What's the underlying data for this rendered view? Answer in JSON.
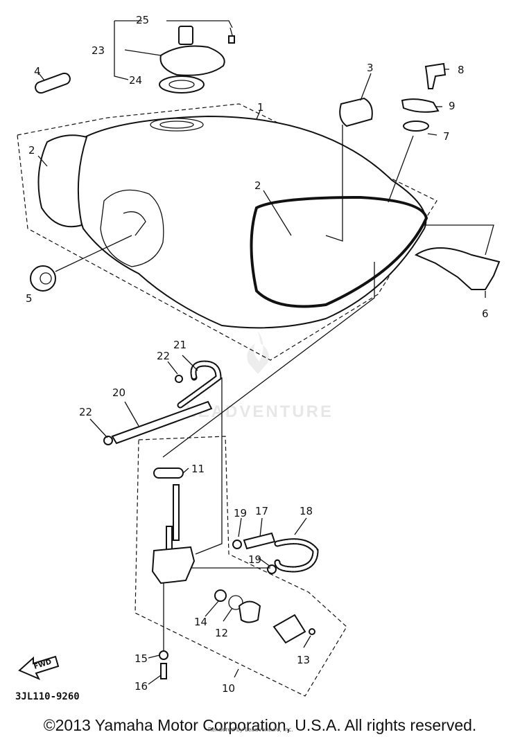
{
  "watermark": {
    "text": "LEADVENTURE"
  },
  "callouts": [
    "25",
    "23",
    "24",
    "4",
    "1",
    "3",
    "8",
    "9",
    "7",
    "2",
    "2",
    "5",
    "6",
    "21",
    "22",
    "20",
    "22",
    "11",
    "19",
    "17",
    "18",
    "19",
    "14",
    "12",
    "13",
    "15",
    "16",
    "10"
  ],
  "fwd_arrow": {
    "label": "FWD"
  },
  "diagram_code": "3JL110-9260",
  "copyright": "©2013 Yamaha Motor Corporation, U.S.A. All rights reserved.",
  "rendered_by": "Rendered by LeadVenture, Inc."
}
